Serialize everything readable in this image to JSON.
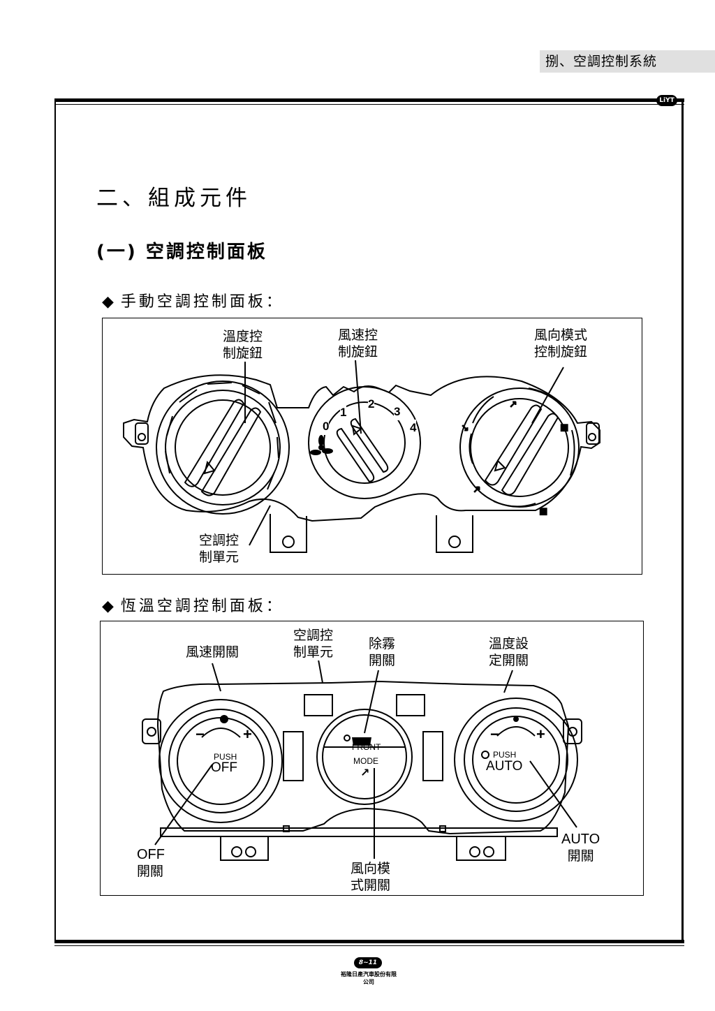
{
  "header": {
    "chapter_tab": "捌、空調控制系統",
    "logo_badge": "LiYT"
  },
  "section_title": "二、組成元件",
  "subsection_title": "(一) 空調控制面板",
  "manual_panel": {
    "heading": "手動空調控制面板：",
    "bullet": "◆",
    "labels": {
      "temp_knob": [
        "溫度控",
        "制旋鈕"
      ],
      "fan_knob": [
        "風速控",
        "制旋鈕"
      ],
      "mode_knob": [
        "風向模式",
        "控制旋鈕"
      ],
      "control_unit": [
        "空調控",
        "制單元"
      ]
    },
    "fan_speed_ticks": [
      "0",
      "1",
      "2",
      "3",
      "4"
    ]
  },
  "auto_panel": {
    "heading": "恆溫空調控制面板：",
    "bullet": "◆",
    "labels": {
      "fan_switch": [
        "風速開關"
      ],
      "control_unit": [
        "空調控",
        "制單元"
      ],
      "defog_switch": [
        "除霧",
        "開關"
      ],
      "temp_set_switch": [
        "溫度設",
        "定開關"
      ],
      "off_switch": [
        "OFF",
        "開關"
      ],
      "mode_switch": [
        "風向模",
        "式開關"
      ],
      "auto_switch": [
        "AUTO",
        "開關"
      ]
    },
    "knob_text": {
      "left_push": "PUSH",
      "left_off": "OFF",
      "right_push": "PUSH",
      "right_auto": "AUTO",
      "center_front": "FRONT",
      "center_mode": "MODE",
      "minus": "−",
      "plus": "+"
    }
  },
  "footer": {
    "page_number": "8~11",
    "publisher": "裕隆日產汽車股份有限公司"
  }
}
